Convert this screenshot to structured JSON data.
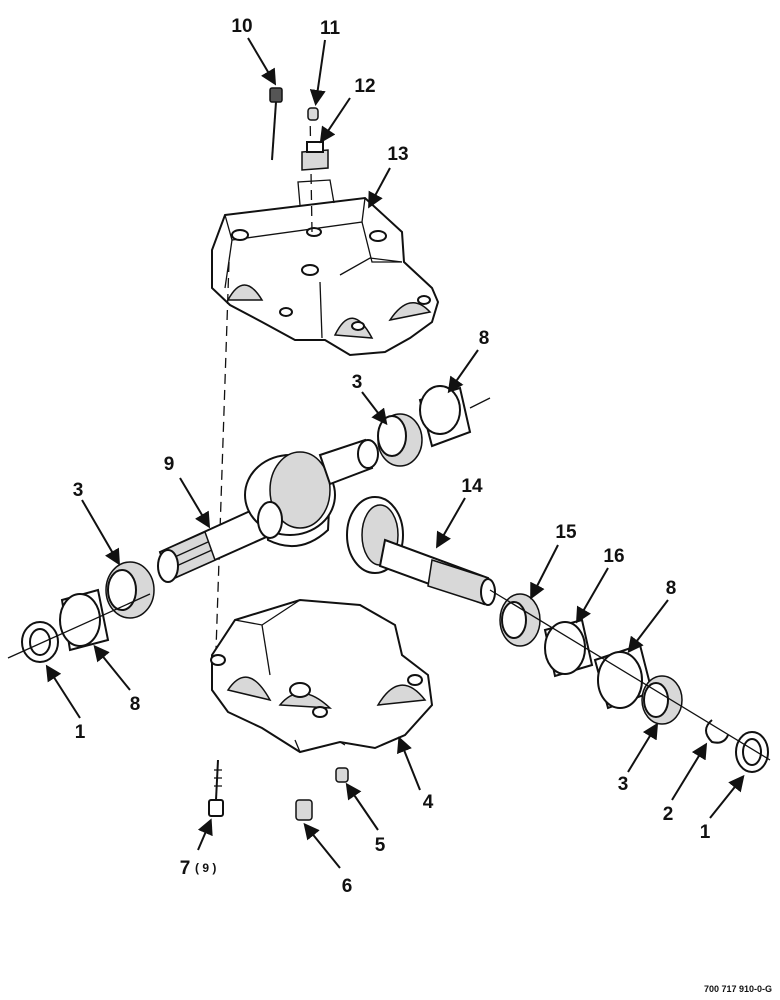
{
  "diagram": {
    "callouts": [
      {
        "id": "c10",
        "label": "10"
      },
      {
        "id": "c11",
        "label": "11"
      },
      {
        "id": "c12",
        "label": "12"
      },
      {
        "id": "c13",
        "label": "13"
      },
      {
        "id": "c8a",
        "label": "8"
      },
      {
        "id": "c3a",
        "label": "3"
      },
      {
        "id": "c9",
        "label": "9"
      },
      {
        "id": "c14",
        "label": "14"
      },
      {
        "id": "c3b",
        "label": "3"
      },
      {
        "id": "c15",
        "label": "15"
      },
      {
        "id": "c16",
        "label": "16"
      },
      {
        "id": "c8b",
        "label": "8"
      },
      {
        "id": "c1a",
        "label": "1"
      },
      {
        "id": "c8c",
        "label": "8"
      },
      {
        "id": "c4",
        "label": "4"
      },
      {
        "id": "c5",
        "label": "5"
      },
      {
        "id": "c7",
        "label": "7"
      },
      {
        "id": "c7q",
        "label": "( 9 )"
      },
      {
        "id": "c6",
        "label": "6"
      },
      {
        "id": "c3c",
        "label": "3"
      },
      {
        "id": "c2",
        "label": "2"
      },
      {
        "id": "c1b",
        "label": "1"
      }
    ],
    "document_number": "700 717 910-0-G"
  }
}
